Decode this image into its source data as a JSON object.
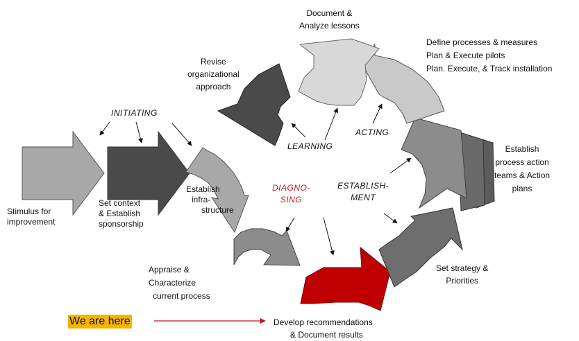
{
  "entry": {
    "initiating": "INITIATING",
    "stimulus": [
      "Stimulus for",
      "improvement"
    ],
    "context": [
      "Set context",
      "& Establish",
      "sponsorship"
    ]
  },
  "cycle": {
    "establish_infra": [
      "Establish",
      "infra-",
      "structure"
    ],
    "appraise": [
      "Appraise &",
      "Characterize",
      "current process"
    ],
    "develop": [
      "Develop recommendations",
      "& Document results"
    ],
    "strategy": [
      "Set strategy &",
      "Priorities"
    ],
    "teams": [
      "Establish",
      "process action",
      "teams & Action",
      "plans"
    ],
    "define": [
      "Define processes & measures",
      "Plan & Execute pilots",
      "Plan. Execute, & Track installation"
    ],
    "document": [
      "Document &",
      "Analyze lessons"
    ],
    "revise": [
      "Revise",
      "organizational",
      "approach"
    ]
  },
  "phases": {
    "diagnosing": [
      "DIAGNO-",
      "SING"
    ],
    "establishing": [
      "ESTABLISH-",
      "MENT"
    ],
    "acting": "ACTING",
    "learning": "LEARNING"
  },
  "marker": {
    "label": "We are here"
  },
  "colors": {
    "light_gray": "#a8a8a8",
    "mid_gray": "#8c8c8c",
    "dark_gray": "#4a4a4a",
    "pale_gray": "#d8d8d8",
    "highlight_red": "#c00000",
    "badge_yellow": "#f5b400",
    "marker_red": "#c0141c"
  }
}
